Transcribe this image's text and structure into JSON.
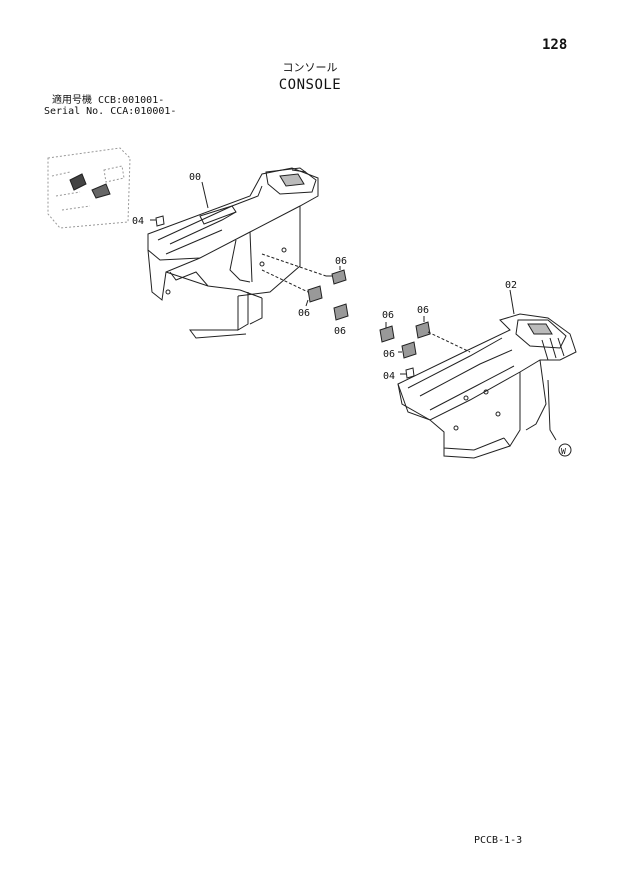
{
  "header": {
    "page_number": "128",
    "title_jp": "コンソール",
    "title_en": "CONSOLE",
    "serial_line_1": "適用号機 CCB:001001-",
    "serial_line_2": "Serial No. CCA:010001-"
  },
  "callouts": {
    "c00": "00",
    "c04a": "04",
    "c06a": "06",
    "c06b": "06",
    "c06c": "06",
    "c02": "02",
    "c06d": "06",
    "c06e": "06",
    "c06f": "06",
    "c04b": "04",
    "w_mark": "W"
  },
  "footer": {
    "code": "PCCB-1-3"
  }
}
